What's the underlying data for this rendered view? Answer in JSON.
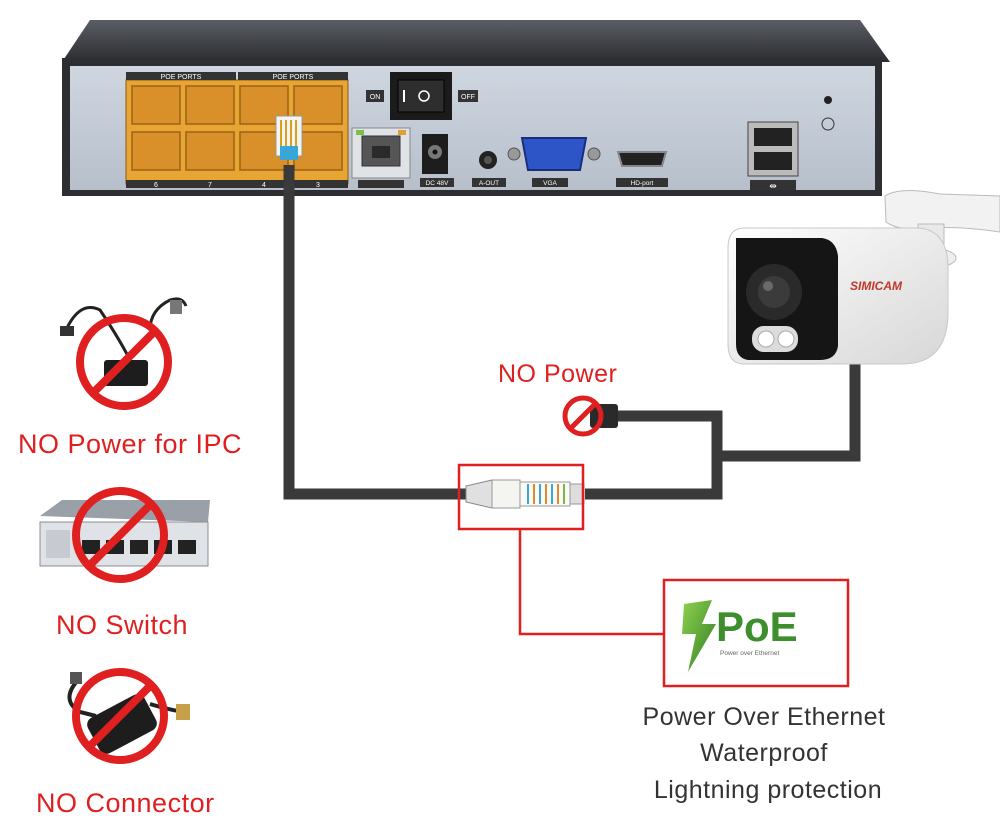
{
  "nvr": {
    "poe_ports_label_left": "POE PORTS",
    "poe_ports_label_right": "POE PORTS",
    "port_numbers": [
      "6",
      "7",
      "4",
      "3"
    ],
    "switch_on": "ON",
    "switch_off": "OFF",
    "dc_label": "DC 48V",
    "aout_label": "A-OUT",
    "vga_label": "VGA",
    "hdport_label": "HD-port"
  },
  "camera": {
    "brand": "SIMICAM"
  },
  "labels": {
    "no_power": "NO Power",
    "no_power_ipc": "NO Power for IPC",
    "no_switch": "NO Switch",
    "no_connector": "NO Connector"
  },
  "poe_logo": {
    "main": "PoE",
    "sub": "Power over Ethernet"
  },
  "features": [
    "Power Over Ethernet",
    "Waterproof",
    "Lightning protection"
  ],
  "colors": {
    "prohibit_red": "#e02020",
    "cable": "#3a3a3a",
    "poe_green": "#3d8f2e",
    "poe_port_orange": "#f0a42a"
  }
}
